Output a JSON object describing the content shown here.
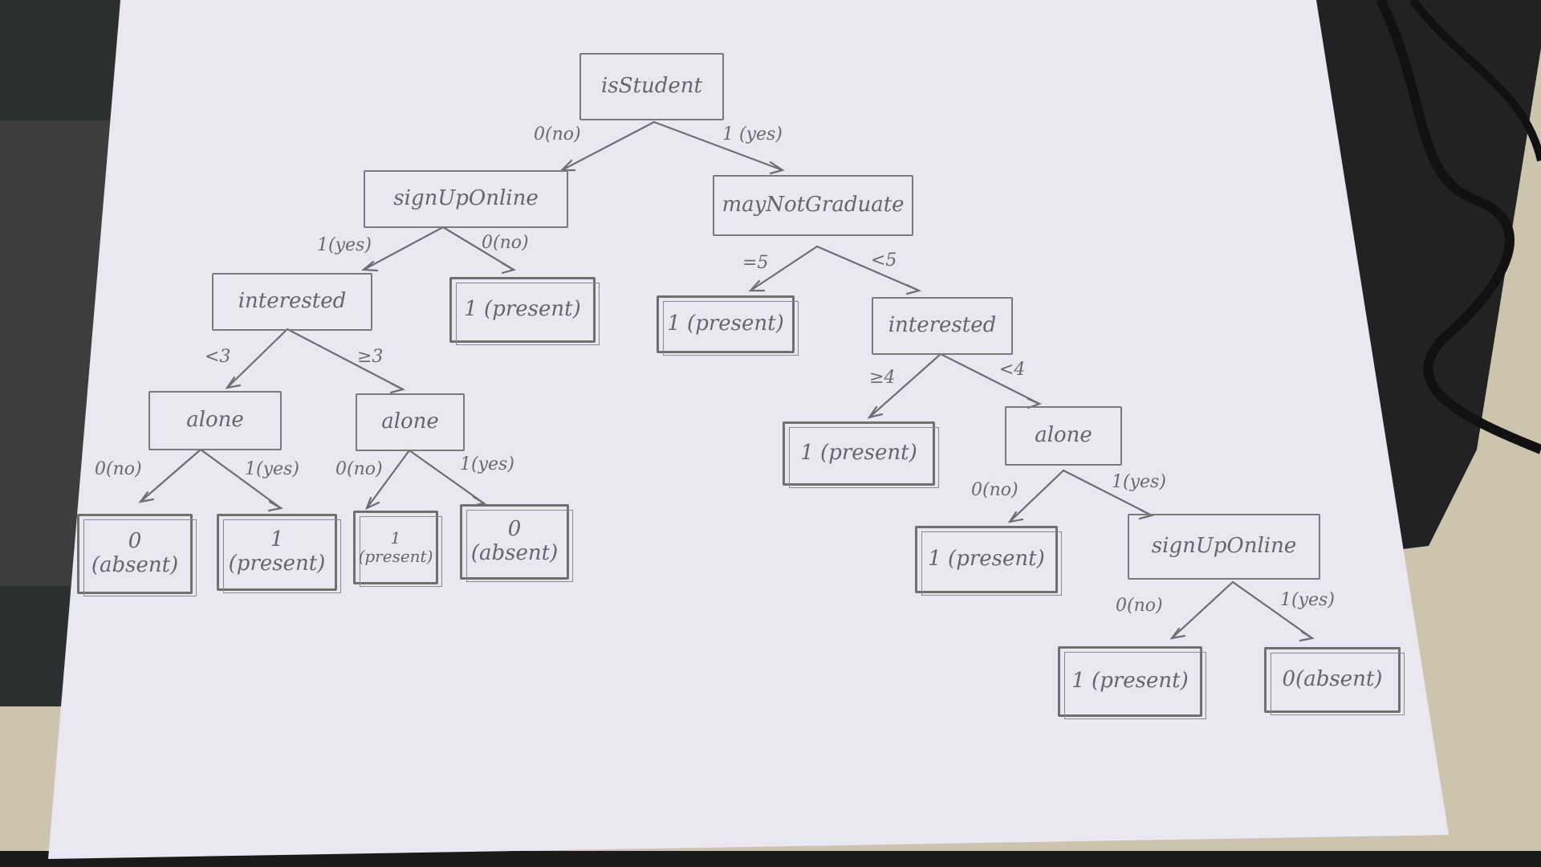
{
  "nodes": {
    "isStudent": "isStudent",
    "signUpOnline": "signUpOnline",
    "mayNotGraduate": "mayNotGraduate",
    "interested_left": "interested",
    "present_a": "1 (present)",
    "present_b": "1 (present)",
    "interested_right": "interested",
    "alone_left": "alone",
    "alone_mid": "alone",
    "present_c": "1 (present)",
    "alone_right": "alone",
    "leaf_1": "0\n(absent)",
    "leaf_2": "1\n(present)",
    "leaf_3": "1\n(present)",
    "leaf_4": "0\n(absent)",
    "present_d": "1 (present)",
    "signUpOnline_right": "signUpOnline",
    "present_e": "1 (present)",
    "absent_e": "0(absent)"
  },
  "edges": {
    "root_no": "0(no)",
    "root_yes": "1 (yes)",
    "signup_yes": "1(yes)",
    "signup_no": "0(no)",
    "maynot_eq5": "=5",
    "maynot_lt5": "<5",
    "int_left_lt3": "<3",
    "int_left_ge3": "≥3",
    "int_right_ge4": "≥4",
    "int_right_lt4": "<4",
    "aloneL_no": "0(no)",
    "aloneL_yes": "1(yes)",
    "aloneM_no": "0(no)",
    "aloneM_yes": "1(yes)",
    "aloneR_no": "0(no)",
    "aloneR_yes": "1(yes)",
    "signupR_no": "0(no)",
    "signupR_yes": "1(yes)"
  }
}
